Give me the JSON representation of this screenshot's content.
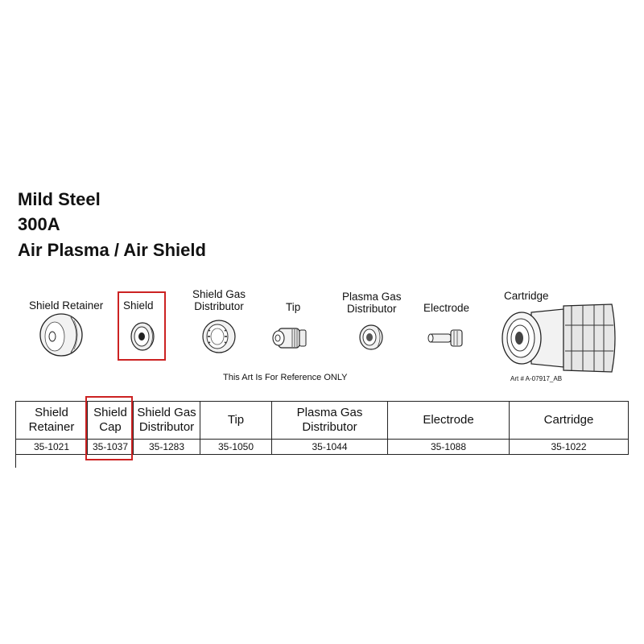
{
  "headings": [
    "Mild Steel",
    "300A",
    "Air Plasma / Air Shield"
  ],
  "parts": [
    {
      "label": "Shield Retainer",
      "icon": "shield-retainer-icon"
    },
    {
      "label": "Shield",
      "icon": "shield-icon"
    },
    {
      "label": "Shield Gas\nDistributor",
      "icon": "shield-gas-distributor-icon"
    },
    {
      "label": "Tip",
      "icon": "tip-icon"
    },
    {
      "label": "Plasma Gas\nDistributor",
      "icon": "plasma-gas-distributor-icon"
    },
    {
      "label": "Electrode",
      "icon": "electrode-icon"
    },
    {
      "label": "Cartridge",
      "icon": "cartridge-icon"
    }
  ],
  "reference_note": "This Art Is For Reference ONLY",
  "art_number": "Art # A-07917_AB",
  "highlight_color": "#cc2222",
  "table": {
    "headers": [
      "Shield\nRetainer",
      "Shield\nCap",
      "Shield Gas\nDistributor",
      "Tip",
      "Plasma Gas\nDistributor",
      "Electrode",
      "Cartridge"
    ],
    "values": [
      "35-1021",
      "35-1037",
      "35-1283",
      "35-1050",
      "35-1044",
      "35-1088",
      "35-1022"
    ]
  }
}
